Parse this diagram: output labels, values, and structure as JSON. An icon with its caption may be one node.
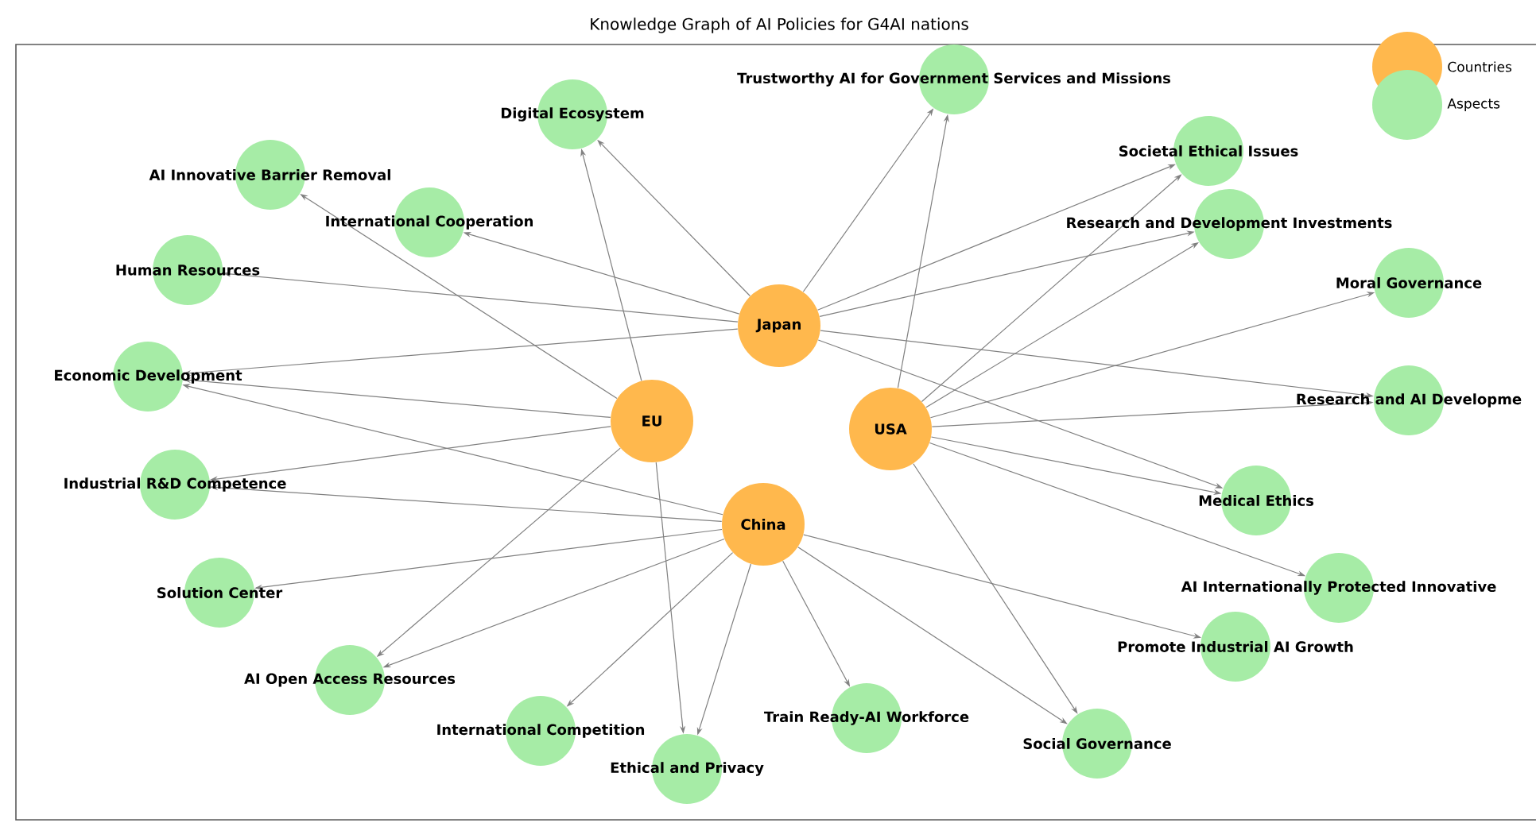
{
  "diagram": {
    "title": "Knowledge Graph of AI Policies for G4AI nations",
    "nodes": [
      {
        "text": [
          "EU"
        ]
      },
      {
        "text": [
          "Japan"
        ]
      },
      {
        "text": [
          "USA"
        ]
      },
      {
        "text": [
          "China"
        ]
      },
      {
        "text": [
          "Digital Ecosystem"
        ]
      },
      {
        "text": [
          "AI Innovative Barrier Removal"
        ]
      },
      {
        "text": [
          "International Cooperation"
        ]
      },
      {
        "text": [
          "Trustworthy AI for Government Services and Missions"
        ]
      },
      {
        "text": [
          "Societal Ethical Issues"
        ]
      },
      {
        "text": [
          "Research and Development Investments"
        ]
      },
      {
        "text": [
          "Human Resources"
        ]
      },
      {
        "text": [
          "Moral Governance"
        ]
      },
      {
        "text": [
          "Economic Development"
        ]
      },
      {
        "text": [
          "Research and AI Developme"
        ]
      },
      {
        "text": [
          "Industrial R&D Competence"
        ]
      },
      {
        "text": [
          "Medical Ethics"
        ]
      },
      {
        "text": [
          "Solution Center"
        ]
      },
      {
        "text": [
          "AI Internationally Protected Innovative"
        ]
      },
      {
        "text": [
          "Promote Industrial AI Growth"
        ]
      },
      {
        "text": [
          "AI Open Access Resources"
        ]
      },
      {
        "text": [
          "International Competition"
        ]
      },
      {
        "text": [
          "Train Ready-AI Workforce"
        ]
      },
      {
        "text": [
          "Social Governance"
        ]
      },
      {
        "text": [
          "Ethical and Privacy"
        ]
      }
    ],
    "edges": [
      {
        "from": 0,
        "to": 4,
        "arrow": "to"
      },
      {
        "from": 1,
        "to": 4,
        "arrow": "to"
      },
      {
        "from": 0,
        "to": 5,
        "arrow": "to"
      },
      {
        "from": 1,
        "to": 6,
        "arrow": "to"
      },
      {
        "from": 1,
        "to": 7,
        "arrow": "to"
      },
      {
        "from": 2,
        "to": 7,
        "arrow": "to"
      },
      {
        "from": 1,
        "to": 8,
        "arrow": "to"
      },
      {
        "from": 2,
        "to": 8,
        "arrow": "to"
      },
      {
        "from": 1,
        "to": 9,
        "arrow": "to"
      },
      {
        "from": 2,
        "to": 9,
        "arrow": "to"
      },
      {
        "from": 1,
        "to": 10,
        "arrow": "to"
      },
      {
        "from": 2,
        "to": 11,
        "arrow": "to"
      },
      {
        "from": 0,
        "to": 12,
        "arrow": "to"
      },
      {
        "from": 1,
        "to": 12,
        "arrow": "to"
      },
      {
        "from": 3,
        "to": 12,
        "arrow": "to"
      },
      {
        "from": 1,
        "to": 13,
        "arrow": "to"
      },
      {
        "from": 2,
        "to": 13,
        "arrow": "to"
      },
      {
        "from": 0,
        "to": 14,
        "arrow": "to"
      },
      {
        "from": 3,
        "to": 14,
        "arrow": "to"
      },
      {
        "from": 1,
        "to": 15,
        "arrow": "to"
      },
      {
        "from": 2,
        "to": 15,
        "arrow": "to"
      },
      {
        "from": 3,
        "to": 16,
        "arrow": "to"
      },
      {
        "from": 2,
        "to": 17,
        "arrow": "to"
      },
      {
        "from": 3,
        "to": 18,
        "arrow": "to"
      },
      {
        "from": 0,
        "to": 19,
        "arrow": "to"
      },
      {
        "from": 3,
        "to": 19,
        "arrow": "to"
      },
      {
        "from": 3,
        "to": 20,
        "arrow": "to"
      },
      {
        "from": 3,
        "to": 21,
        "arrow": "to"
      },
      {
        "from": 2,
        "to": 22,
        "arrow": "to"
      },
      {
        "from": 3,
        "to": 22,
        "arrow": "to"
      },
      {
        "from": 0,
        "to": 23,
        "arrow": "to"
      },
      {
        "from": 3,
        "to": 23,
        "arrow": "to"
      }
    ],
    "legend": [
      {
        "text": "Countries",
        "color": "#ffb84d"
      },
      {
        "text": "Aspects",
        "color": "#a6eca6"
      }
    ]
  }
}
